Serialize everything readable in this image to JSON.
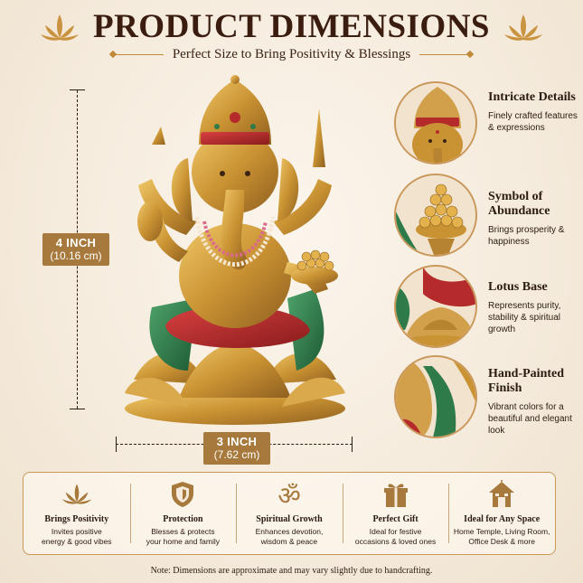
{
  "header": {
    "title": "PRODUCT DIMENSIONS",
    "subtitle": "Perfect Size to Bring Positivity & Blessings"
  },
  "dimensions": {
    "height_label": "4 INCH",
    "height_metric": "(10.16 cm)",
    "width_label": "3 INCH",
    "width_metric": "(7.62 cm)"
  },
  "features": [
    {
      "title": "Intricate Details",
      "desc": "Finely crafted features & expressions"
    },
    {
      "title": "Symbol of Abundance",
      "desc": "Brings prosperity & happiness"
    },
    {
      "title": "Lotus Base",
      "desc": "Represents purity, stability & spiritual growth"
    },
    {
      "title": "Hand-Painted Finish",
      "desc": "Vibrant colors for a beautiful and elegant look"
    }
  ],
  "benefits": [
    {
      "icon": "lotus-icon",
      "title": "Brings Positivity",
      "desc": "Invites positive\nenergy & good vibes"
    },
    {
      "icon": "shield-icon",
      "title": "Protection",
      "desc": "Blesses & protects\nyour home and family"
    },
    {
      "icon": "om-icon",
      "title": "Spiritual Growth",
      "desc": "Enhances devotion,\nwisdom & peace"
    },
    {
      "icon": "gift-icon",
      "title": "Perfect Gift",
      "desc": "Ideal for festive\noccasions & loved ones"
    },
    {
      "icon": "home-temple-icon",
      "title": "Ideal for Any Space",
      "desc": "Home Temple, Living Room,\nOffice Desk & more"
    }
  ],
  "note": "Note: Dimensions are approximate and may vary slightly due to handcrafting.",
  "colors": {
    "accent": "#a7793c",
    "title": "#3b1d10",
    "gold": "#d4a546",
    "red": "#b52a2a",
    "green": "#2e7a48"
  }
}
